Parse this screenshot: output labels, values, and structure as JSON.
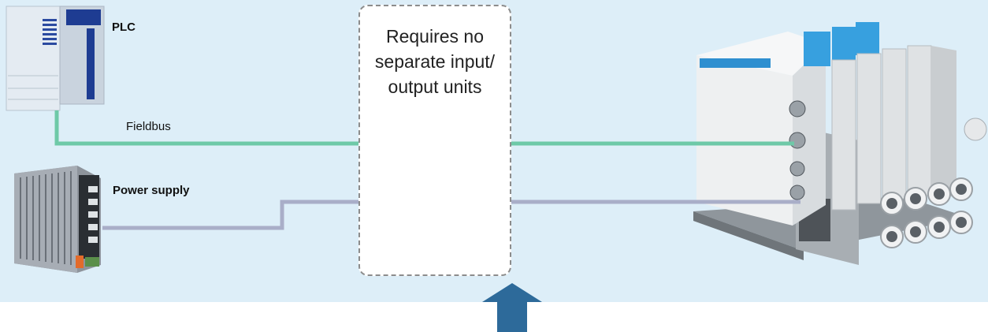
{
  "labels": {
    "plc": "PLC",
    "fieldbus": "Fieldbus",
    "power_supply": "Power supply"
  },
  "note": {
    "line1": "Requires no",
    "line2": "separate input/",
    "line3": "output units"
  },
  "colors": {
    "background_panel": "#ddeef8",
    "fieldbus_cable": "#6ec9a8",
    "power_cable": "#a9aec8",
    "arrow": "#2d6a9a",
    "dashed_border": "#8c8c8c"
  },
  "icons": {
    "plc": "plc-cabinet-icon",
    "power_supply": "power-supply-unit-icon",
    "valve_manifold": "valve-manifold-device-image",
    "arrow": "up-arrow-icon"
  }
}
